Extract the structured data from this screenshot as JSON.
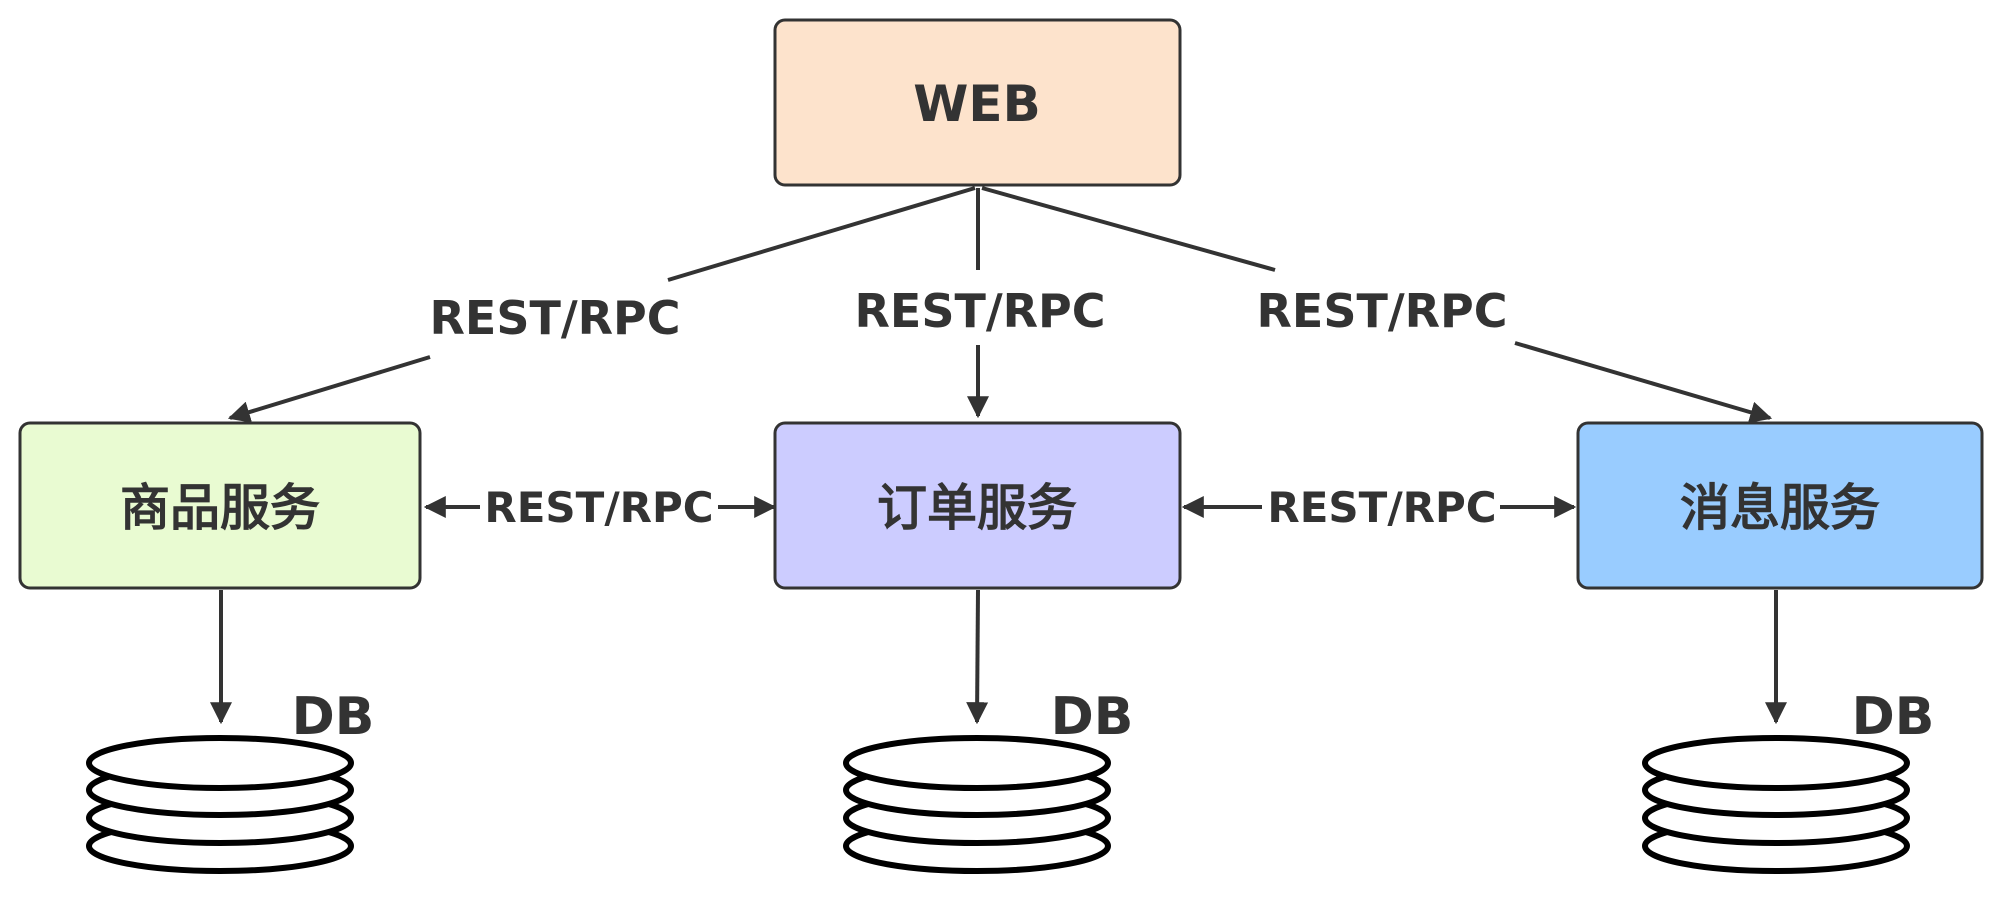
{
  "nodes": {
    "web": {
      "label": "WEB",
      "color": "#FDE3CC"
    },
    "product_service": {
      "label": "商品服务",
      "color": "#E9FBD2"
    },
    "order_service": {
      "label": "订单服务",
      "color": "#CCCCFF"
    },
    "message_service": {
      "label": "消息服务",
      "color": "#99CCFF"
    }
  },
  "edges": {
    "web_to_product": "REST/RPC",
    "web_to_order": "REST/RPC",
    "web_to_message": "REST/RPC",
    "product_order": "REST/RPC",
    "order_message": "REST/RPC"
  },
  "databases": {
    "product_db": "DB",
    "order_db": "DB",
    "message_db": "DB"
  }
}
